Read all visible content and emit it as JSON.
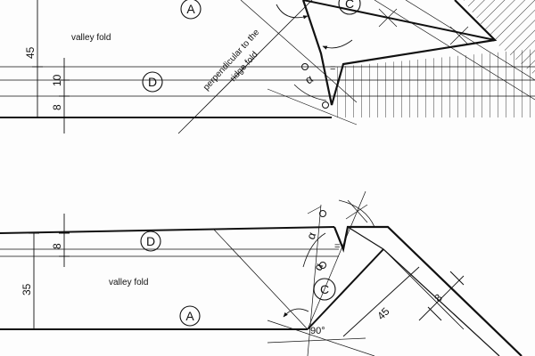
{
  "top_panel": {
    "fold_note": "valley fold",
    "perpendicular_note_line1": "perpendicular to the",
    "perpendicular_note_line2": "ridge fold",
    "dimensions": [
      "45",
      "10",
      "8"
    ],
    "labels": {
      "a": "A",
      "c": "C",
      "d": "D"
    },
    "angle_marks": [
      "α",
      "="
    ]
  },
  "bottom_panel": {
    "fold_note": "valley fold",
    "dimensions": [
      "8",
      "35",
      "45",
      "8"
    ],
    "labels": {
      "a": "A",
      "c": "C",
      "d": "D"
    },
    "angle_text": "90°",
    "angle_marks": [
      "α",
      "α",
      "="
    ]
  }
}
